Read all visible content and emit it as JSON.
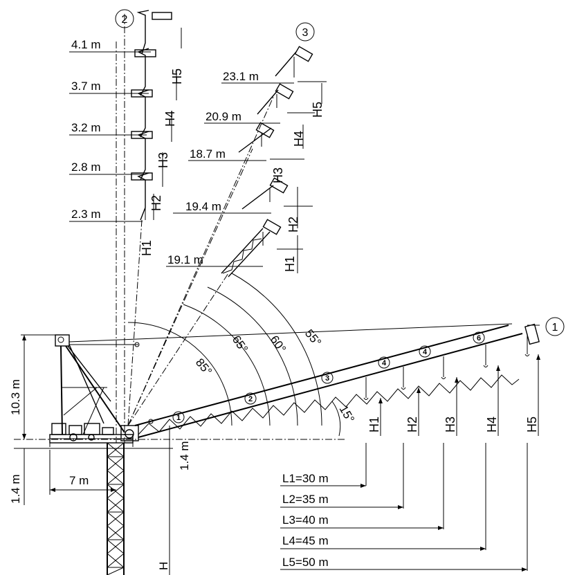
{
  "configs": {
    "c1": "1",
    "c2": "2",
    "c3": "3"
  },
  "angles": {
    "a85": "85°",
    "a65": "65°",
    "a60": "60°",
    "a55": "55°",
    "a15": "15°"
  },
  "sections": {
    "s1": "1",
    "s2": "2",
    "s3": "3",
    "s4a": "4",
    "s4b": "4",
    "s6": "6"
  },
  "config2_radii": [
    "4.1 m",
    "3.7 m",
    "3.2 m",
    "2.8 m",
    "2.3 m"
  ],
  "config3_radii": [
    "23.1 m",
    "20.9 m",
    "18.7 m",
    "19.4 m",
    "19.1 m"
  ],
  "heights": [
    "H1",
    "H2",
    "H3",
    "H4",
    "H5"
  ],
  "jib_lengths": [
    "L1=30 m",
    "L2=35 m",
    "L3=40 m",
    "L4=45 m",
    "L5=50 m"
  ],
  "base_dims": {
    "mast_height": "10.3 m",
    "counter_jib": "7 m",
    "base_height_left": "1.4 m",
    "base_height_right": "1.4 m",
    "tower_height": "H"
  }
}
